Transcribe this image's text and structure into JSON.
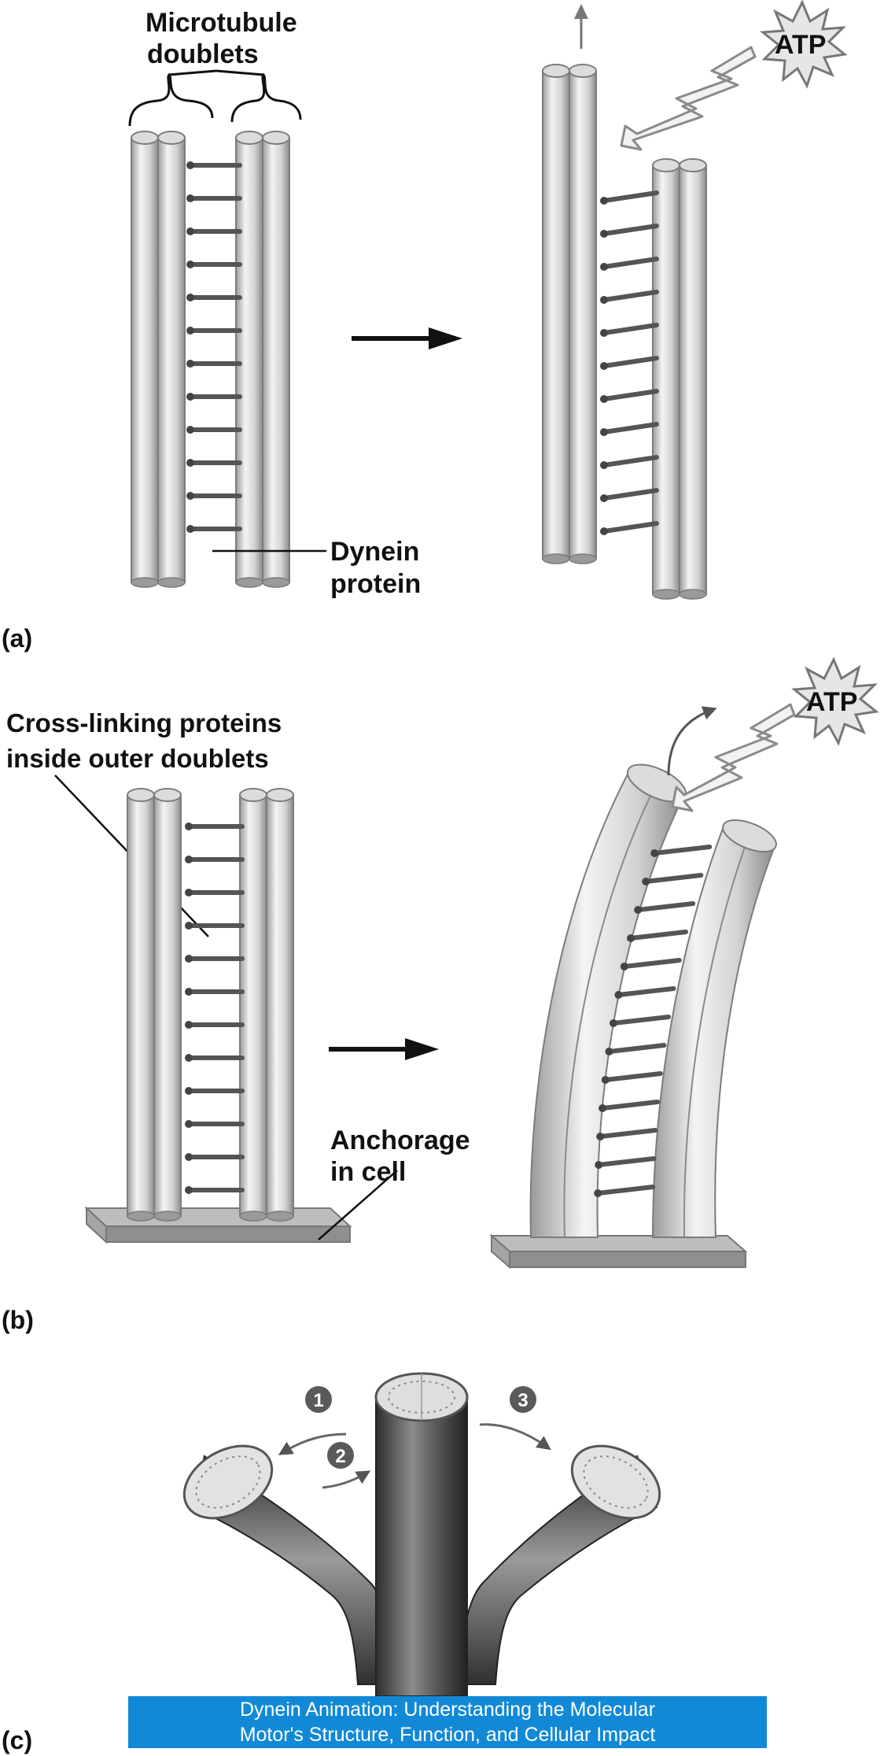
{
  "panel_a": {
    "label_doublets_line1": "Microtubule",
    "label_doublets_line2": "doublets",
    "label_dynein_line1": "Dynein",
    "label_dynein_line2": "protein",
    "atp": "ATP",
    "panel_letter": "(a)"
  },
  "panel_b": {
    "label_crosslink_line1": "Cross-linking proteins",
    "label_crosslink_line2": "inside outer doublets",
    "label_anchor_line1": "Anchorage",
    "label_anchor_line2": "in cell",
    "atp": "ATP",
    "panel_letter": "(b)"
  },
  "panel_c": {
    "step1": "1",
    "step2": "2",
    "step3": "3",
    "panel_letter": "(c)"
  },
  "caption": {
    "line1": "Dynein Animation: Understanding the Molecular",
    "line2": "Motor's Structure, Function, and Cellular Impact",
    "background": "#1189d6"
  },
  "colors": {
    "tube_light": "#e9e9e9",
    "tube_mid": "#b5b5b5",
    "tube_dark": "#7d7d7d",
    "dynein_arm": "#555555",
    "flagellum_dark": "#3a3a3a"
  }
}
